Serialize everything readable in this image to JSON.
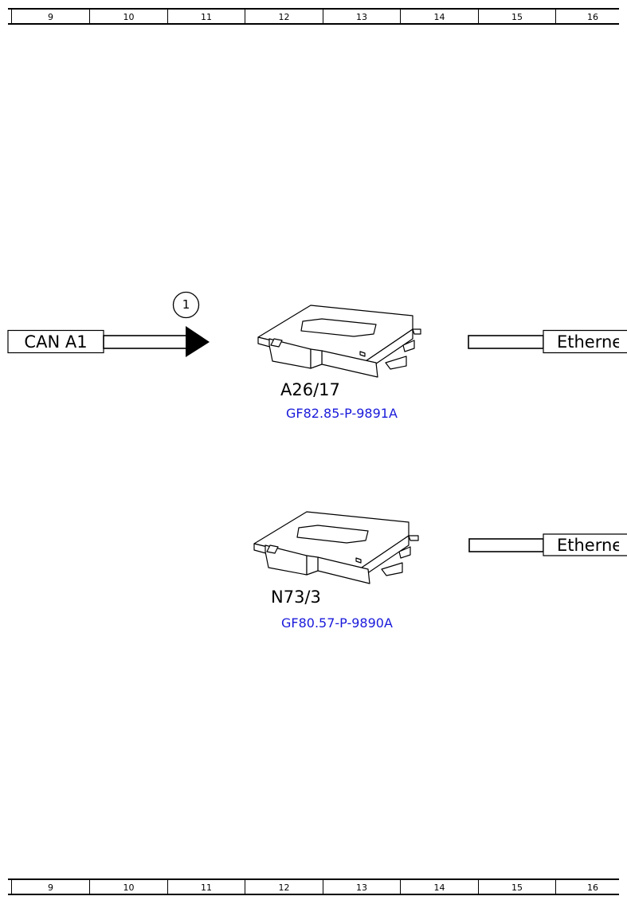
{
  "ruler": {
    "columns": [
      "9",
      "10",
      "11",
      "12",
      "13",
      "14",
      "15",
      "16"
    ]
  },
  "signals": {
    "can_label": "CAN A1",
    "ethernet_top_label": "Etherne",
    "ethernet_bottom_label": "Etherne",
    "marker_number": "1"
  },
  "components": [
    {
      "code": "A26/17",
      "reference": "GF82.85-P-9891A"
    },
    {
      "code": "N73/3",
      "reference": "GF80.57-P-9890A"
    }
  ]
}
